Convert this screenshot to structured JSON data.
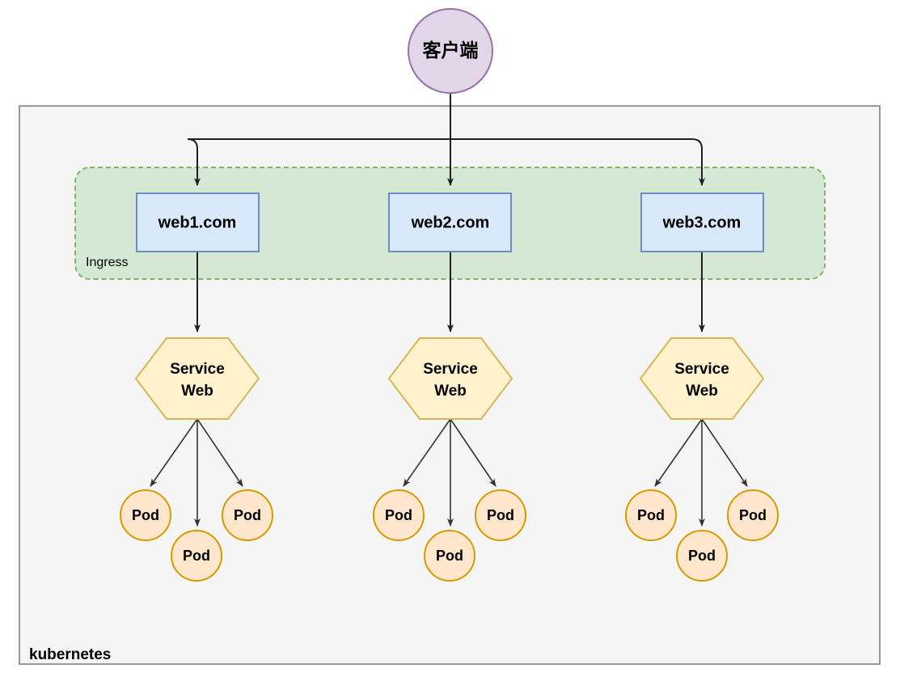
{
  "diagram": {
    "title_label": "kubernetes",
    "colors": {
      "root_fill": "#f5f5f5",
      "root_stroke": "#999999",
      "ingress_fill": "#d5e8d4",
      "ingress_stroke": "#82b366",
      "web_fill": "#dae8fc",
      "web_stroke": "#6c8ebf",
      "service_fill": "#fff2cc",
      "service_stroke": "#d6b656",
      "pod_fill": "#ffe6cc",
      "pod_stroke": "#d79b00",
      "client_fill": "#e1d5e7",
      "client_stroke": "#9673a6",
      "edge_stroke": "#1f1f1f"
    },
    "client": {
      "label": "客户端"
    },
    "ingress": {
      "group_label": "Ingress",
      "hosts": [
        {
          "label": "web1.com"
        },
        {
          "label": "web2.com"
        },
        {
          "label": "web3.com"
        }
      ]
    },
    "services": [
      {
        "line1": "Service",
        "line2": "Web"
      },
      {
        "line1": "Service",
        "line2": "Web"
      },
      {
        "line1": "Service",
        "line2": "Web"
      }
    ],
    "pod_groups": [
      {
        "pods": [
          {
            "label": "Pod"
          },
          {
            "label": "Pod"
          },
          {
            "label": "Pod"
          }
        ]
      },
      {
        "pods": [
          {
            "label": "Pod"
          },
          {
            "label": "Pod"
          },
          {
            "label": "Pod"
          }
        ]
      },
      {
        "pods": [
          {
            "label": "Pod"
          },
          {
            "label": "Pod"
          },
          {
            "label": "Pod"
          }
        ]
      }
    ]
  }
}
